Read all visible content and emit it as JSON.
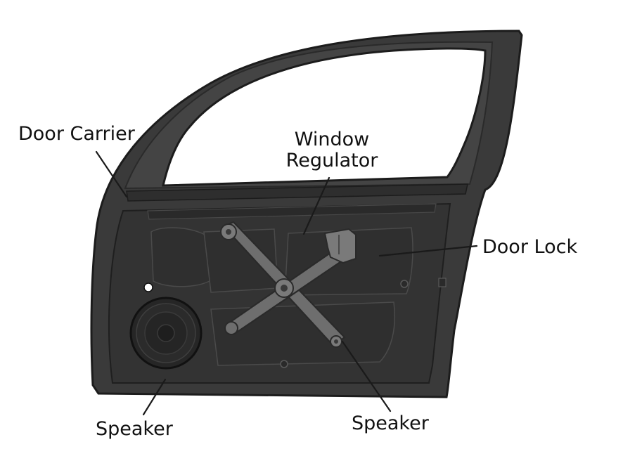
{
  "labels": {
    "door_carrier": "Door Carrier",
    "window_regulator_line1": "Window",
    "window_regulator_line2": "Regulator",
    "door_lock": "Door Lock",
    "speaker_left": "Speaker",
    "speaker_right": "Speaker"
  },
  "colors": {
    "door_body": "#3a3a3a",
    "door_dark": "#2b2b2b",
    "door_edge": "#1c1c1c",
    "inner_panel": "#4a4a4a",
    "regulator_arm": "#6e6e6e",
    "regulator_edge": "#2a2a2a",
    "window_glass": "#ffffff",
    "speaker": "#262626",
    "label_text": "#111111"
  }
}
